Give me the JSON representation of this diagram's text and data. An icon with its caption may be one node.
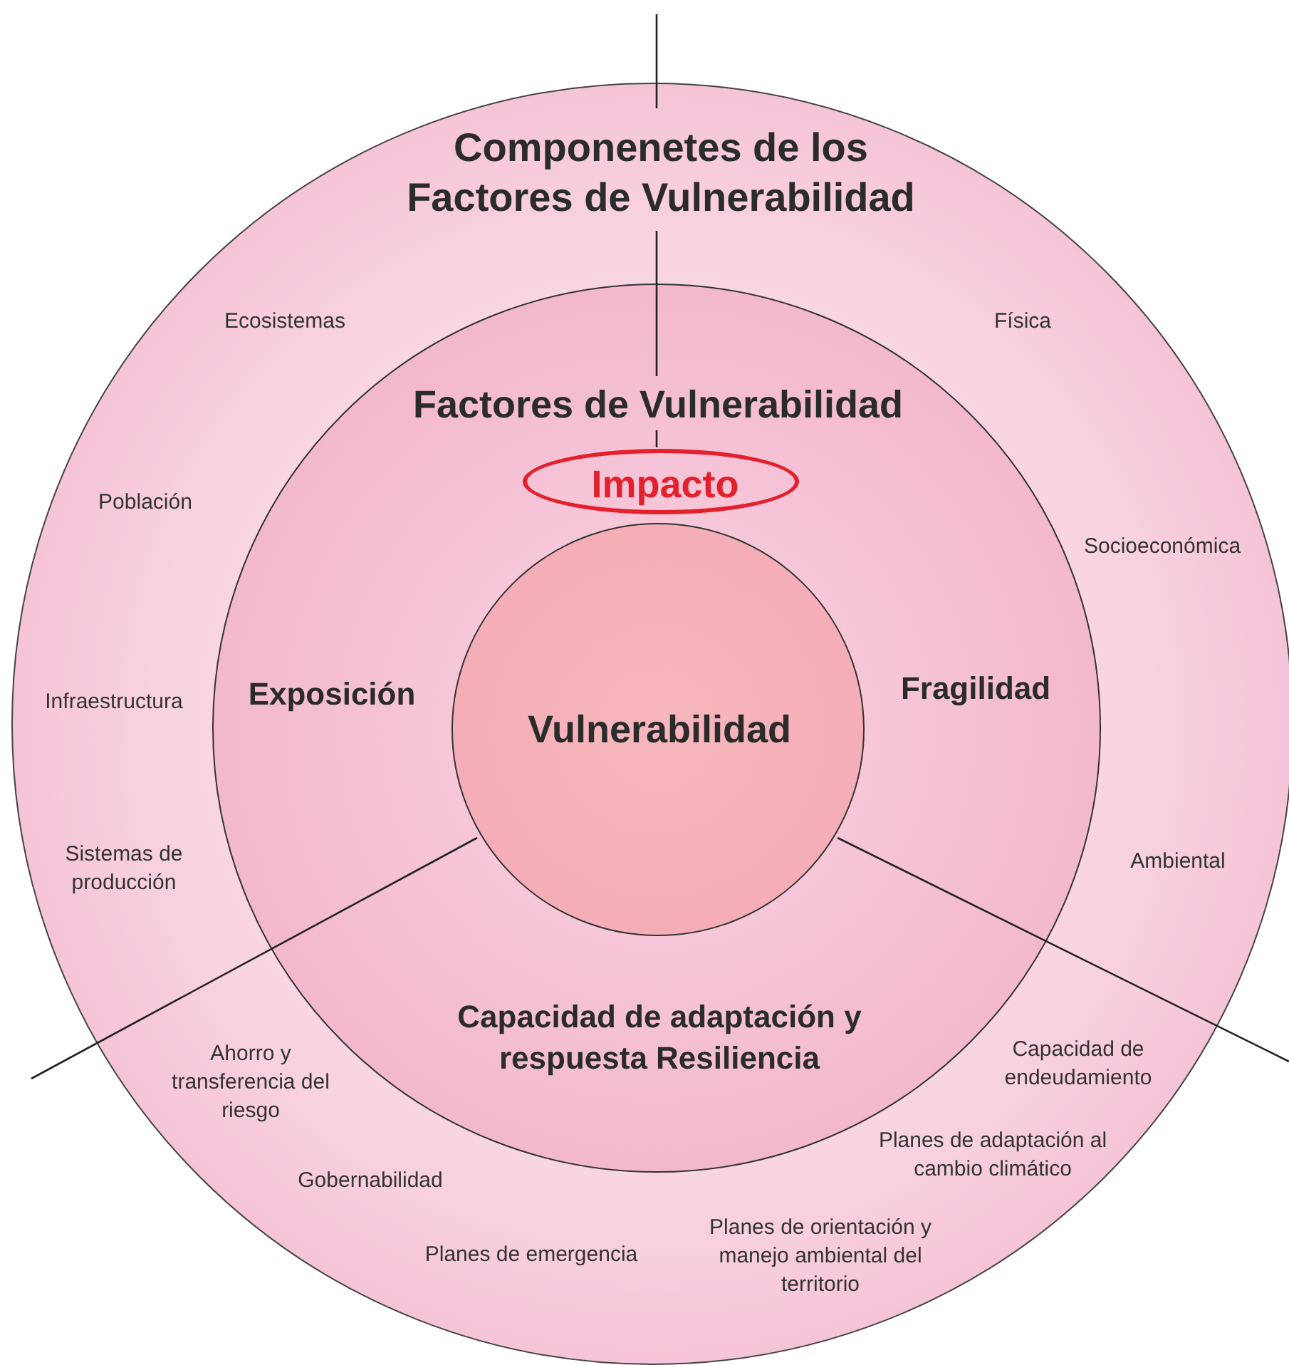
{
  "diagram": {
    "nodes": [
      {
        "text": [
          "Componenetes de los Factores de Vulnerabilidad"
        ]
      },
      {
        "text": [
          "Factores de Vulnerabilidad"
        ],
        "in": 0
      },
      {
        "text": [
          "Impacto"
        ],
        "in": 1
      },
      {
        "text": [
          "Vulnerabilidad"
        ],
        "in": 1
      }
    ],
    "labels": [
      "Ecosistemas",
      "Física",
      "Población",
      "Socioeconómica",
      "Exposición",
      "Infraestructura",
      "Fragilidad",
      "Sistemas de producción",
      "Ambiental",
      "Capacidad de adaptación y respuesta Resiliencia",
      "Ahorro y transferencia del riesgo",
      "Capacidad de endeudamiento",
      "Planes de adaptación al cambio climático",
      "Gobernabilidad",
      "Planes de orientación y manejo ambiental del territorio",
      "Planes de emergencia"
    ]
  }
}
